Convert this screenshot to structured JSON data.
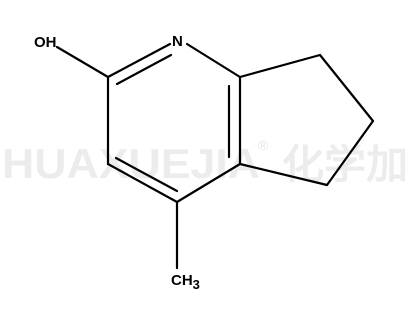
{
  "watermark": {
    "latin": "HUAXUEJIA",
    "registered": "®",
    "cjk": "化学加"
  },
  "atoms": {
    "hydroxyl": "OH",
    "nitrogen": "N",
    "methyl_base": "CH",
    "methyl_subscript": "3"
  },
  "colors": {
    "bond": "#000000",
    "watermark": "#ececec"
  }
}
